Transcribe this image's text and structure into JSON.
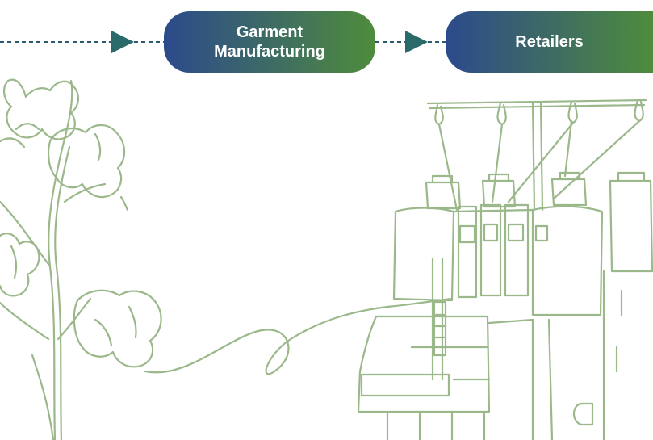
{
  "flow": {
    "steps": [
      {
        "label": "Garment\nManufacturing"
      },
      {
        "label": "Retailers"
      }
    ],
    "gradient": {
      "from": "#2c4a8c",
      "to": "#4f8c3c"
    },
    "connector_color": "#2c5a6e",
    "arrow_color": "#2a6a6a"
  },
  "illustration": {
    "line_color": "#9bb88a",
    "left_subject": "cotton-plant",
    "right_subject": "serger-sewing-machine"
  }
}
